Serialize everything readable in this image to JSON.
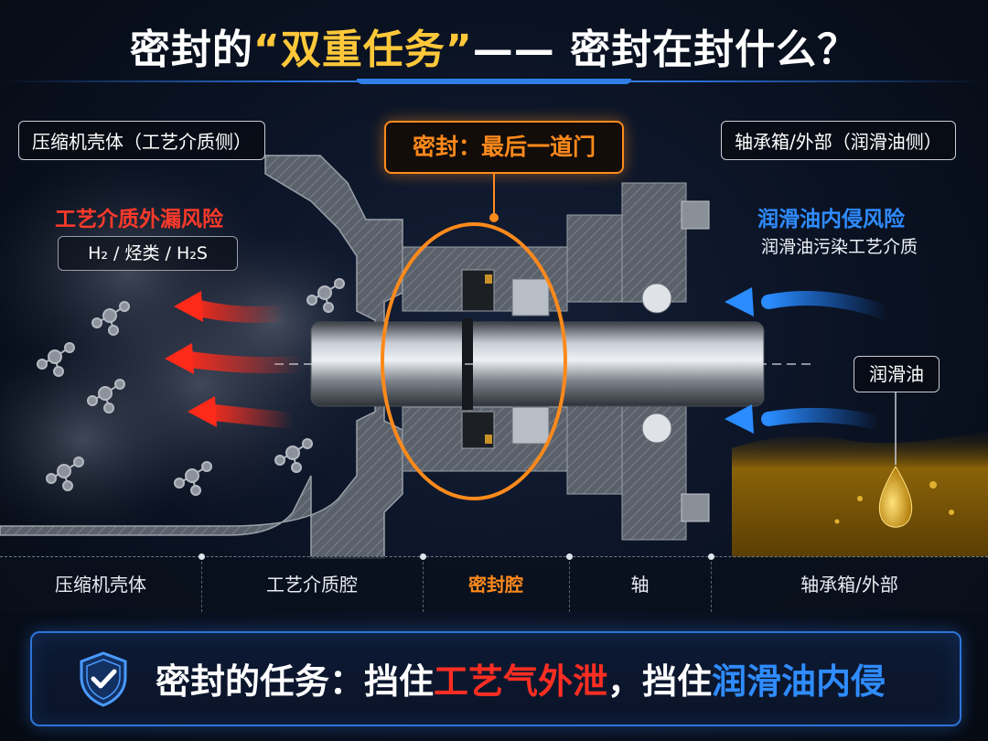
{
  "title": {
    "prefix": "密封的",
    "highlight": "“双重任务”",
    "suffix": "—— 密封在封什么？"
  },
  "labels": {
    "left_housing": "压缩机壳体（工艺介质侧）",
    "right_housing": "轴承箱/外部（润滑油侧）",
    "seal_callout": "密封：最后一道门",
    "oil": "润滑油"
  },
  "left_risk": {
    "title": "工艺介质外漏风险",
    "gases": "H₂ / 烃类 / H₂S"
  },
  "right_risk": {
    "title": "润滑油内侵风险",
    "subtitle": "润滑油污染工艺介质"
  },
  "zones": [
    "压缩机壳体",
    "工艺介质腔",
    "密封腔",
    "轴",
    "轴承箱/外部"
  ],
  "mission": {
    "prefix": "密封的任务：挡住",
    "red": "工艺气外泄",
    "middle": "，挡住",
    "blue": "润滑油内侵"
  },
  "colors": {
    "title_highlight": "#ffc83a",
    "seal_accent": "#ff8a1c",
    "leak_risk": "#ff3a2a",
    "oil_risk": "#2f8cff",
    "oil": "#d4a10e"
  },
  "icons": {
    "shield": "shield-check-icon",
    "leak_arrows": "arrow-left-icon",
    "oil_arrows": "arrow-left-icon",
    "molecules": "molecule-icon",
    "oil_drop": "oil-drop-icon"
  }
}
